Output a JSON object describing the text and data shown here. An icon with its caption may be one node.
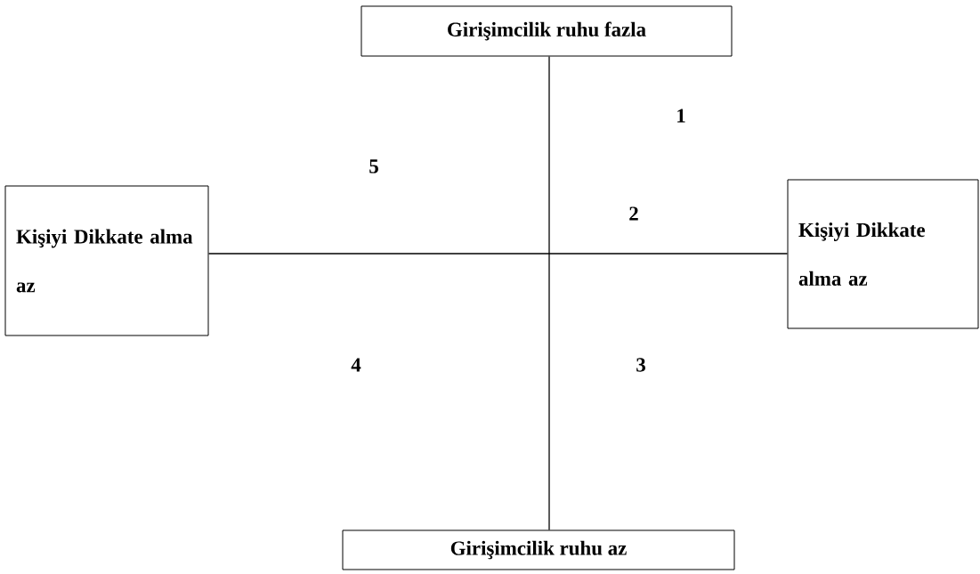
{
  "diagram": {
    "nodes": [
      {
        "text": [
          "Girişimcilik ruhu fazla"
        ]
      },
      {
        "text": [
          "Girişimcilik ruhu az"
        ]
      },
      {
        "text": [
          "Kişiyi Dikkate alma az"
        ]
      },
      {
        "text": [
          "Kişiyi Dikkate alma az"
        ]
      }
    ],
    "edges": [
      {
        "from": 0,
        "to": 1,
        "arrow": "none"
      },
      {
        "from": 2,
        "to": 3,
        "arrow": "none"
      }
    ],
    "labels": [
      "1",
      "5",
      "2",
      "4",
      "3"
    ]
  }
}
